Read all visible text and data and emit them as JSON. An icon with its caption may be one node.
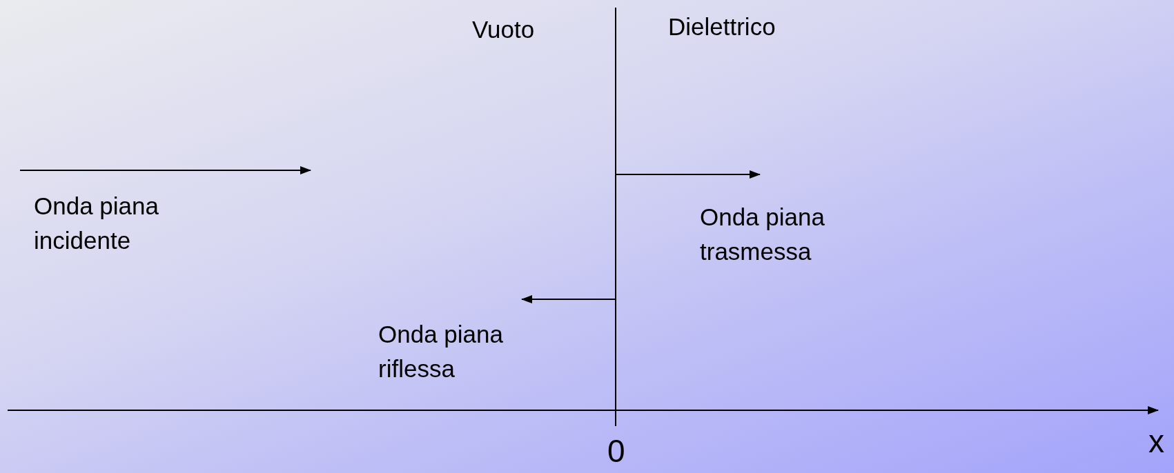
{
  "diagram": {
    "labels": [
      "Vuoto",
      "Dielettrico",
      "Onda piana incidente",
      "Onda piana trasmessa",
      "Onda piana riflessa",
      "0",
      "x"
    ]
  }
}
